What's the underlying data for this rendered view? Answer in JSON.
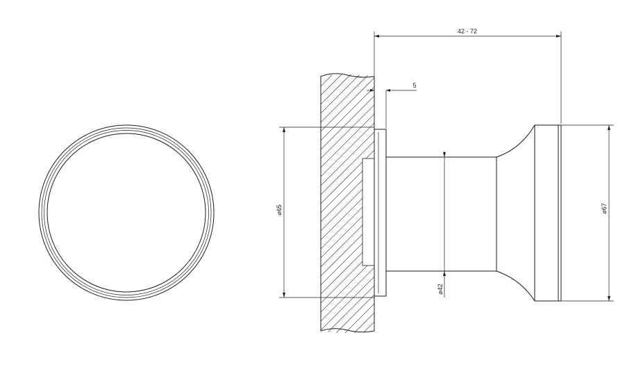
{
  "dimensions": {
    "projection_range": "42 - 72",
    "flange_thickness": "5",
    "flange_diameter": "⌀65",
    "neck_diameter": "⌀42",
    "knob_diameter": "⌀67"
  }
}
